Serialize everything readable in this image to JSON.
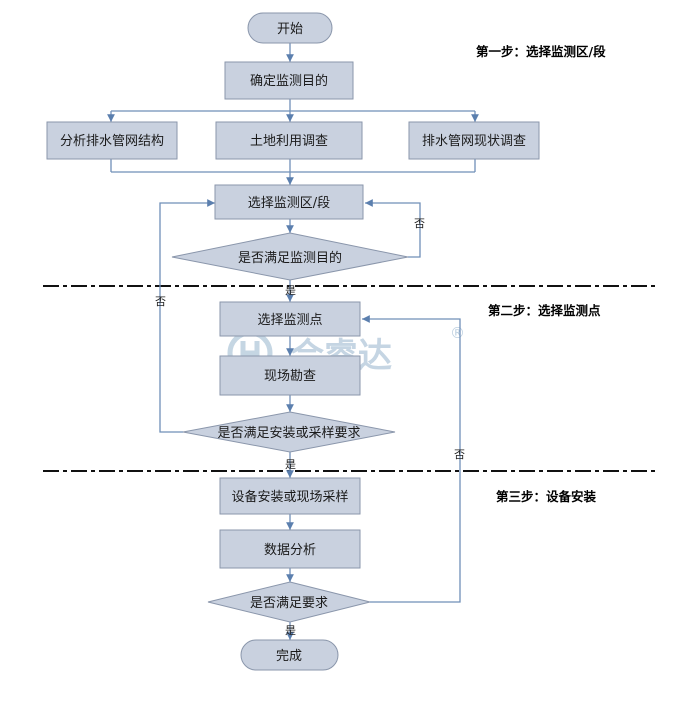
{
  "colors": {
    "box_fill": "#c9d1df",
    "box_stroke": "#8a96ab",
    "line": "#6f8fb8",
    "watermark": "#7fa3c2"
  },
  "steps": {
    "step1": "第一步：选择监测区/段",
    "step2": "第二步：选择监测点",
    "step3": "第三步：设备安装"
  },
  "nodes": {
    "start": "开始",
    "determine": "确定监测目的",
    "analyze": "分析排水管网结构",
    "land": "土地利用调查",
    "pipe_survey": "排水管网现状调查",
    "select_zone": "选择监测区/段",
    "q_purpose": "是否满足监测目的",
    "select_point": "选择监测点",
    "field_survey": "现场勘查",
    "q_install": "是否满足安装或采样要求",
    "install": "设备安装或现场采样",
    "data_analysis": "数据分析",
    "q_requirement": "是否满足要求",
    "finish": "完成"
  },
  "labels": {
    "yes1": "是",
    "no1": "否",
    "no1_left": "否",
    "yes2": "是",
    "no2": "否",
    "yes3": "是"
  },
  "watermark": {
    "text": "合睿达",
    "registered": "®"
  }
}
